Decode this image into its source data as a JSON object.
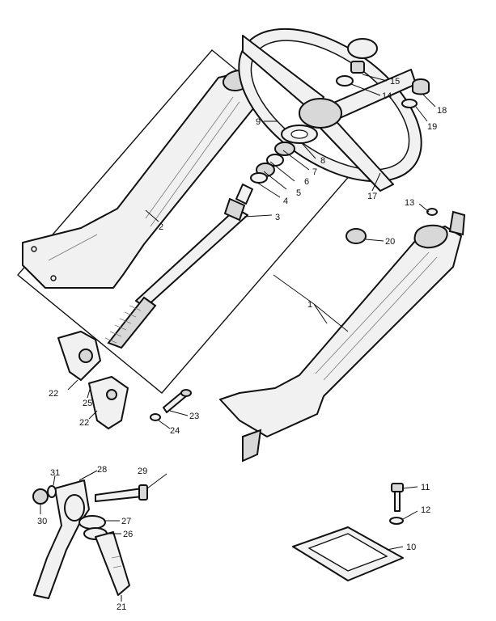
{
  "callouts": {
    "c1": "1",
    "c2": "2",
    "c3": "3",
    "c4": "4",
    "c5": "5",
    "c6": "6",
    "c7": "7",
    "c8": "8",
    "c9": "9",
    "c10": "10",
    "c11": "11",
    "c12": "12",
    "c13": "13",
    "c14": "14",
    "c15": "15",
    "c17": "17",
    "c18": "18",
    "c19": "19",
    "c20": "20",
    "c21": "21",
    "c22a": "22",
    "c22b": "22",
    "c23": "23",
    "c24": "24",
    "c25": "25",
    "c26": "26",
    "c27": "27",
    "c28": "28",
    "c29": "29",
    "c30": "30",
    "c31": "31"
  }
}
